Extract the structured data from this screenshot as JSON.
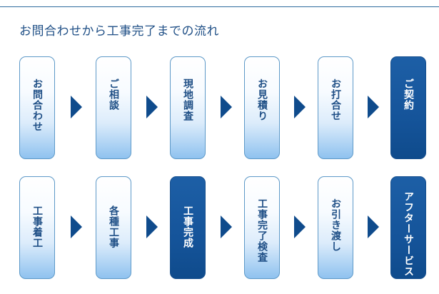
{
  "title": "お問合わせから工事完了までの流れ",
  "row1": {
    "steps": [
      {
        "label": "お問合わせ",
        "active": false
      },
      {
        "label": "ご相談",
        "active": false
      },
      {
        "label": "現地調査",
        "active": false
      },
      {
        "label": "お見積り",
        "active": false
      },
      {
        "label": "お打合せ",
        "active": false
      },
      {
        "label": "ご契約",
        "active": true
      }
    ]
  },
  "row2": {
    "steps": [
      {
        "label": "工事着工",
        "active": false
      },
      {
        "label": "各種工事",
        "active": false
      },
      {
        "label": "工事完成",
        "active": true
      },
      {
        "label": "工事完了検査",
        "active": false
      },
      {
        "label": "お引き渡し",
        "active": false
      },
      {
        "label": "アフターサービス",
        "active": true
      }
    ]
  },
  "colors": {
    "accent": "#0f4b8c",
    "title": "#1f4f86",
    "step_border": "#5d99c8",
    "step_gradient_bottom": "#8fc2ef"
  },
  "icons": [
    "arrow-right-icon"
  ]
}
